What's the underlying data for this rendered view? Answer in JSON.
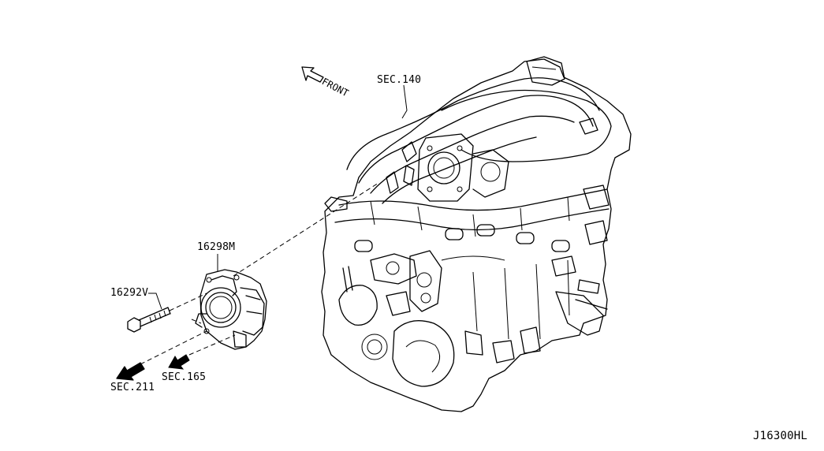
{
  "labels": {
    "sec140": "SEC.140",
    "front": "FRONT",
    "part_16298m": "16298M",
    "part_16292v": "16292V",
    "sec211": "SEC.211",
    "sec165": "SEC.165",
    "diagram_id": "J16300HL"
  }
}
